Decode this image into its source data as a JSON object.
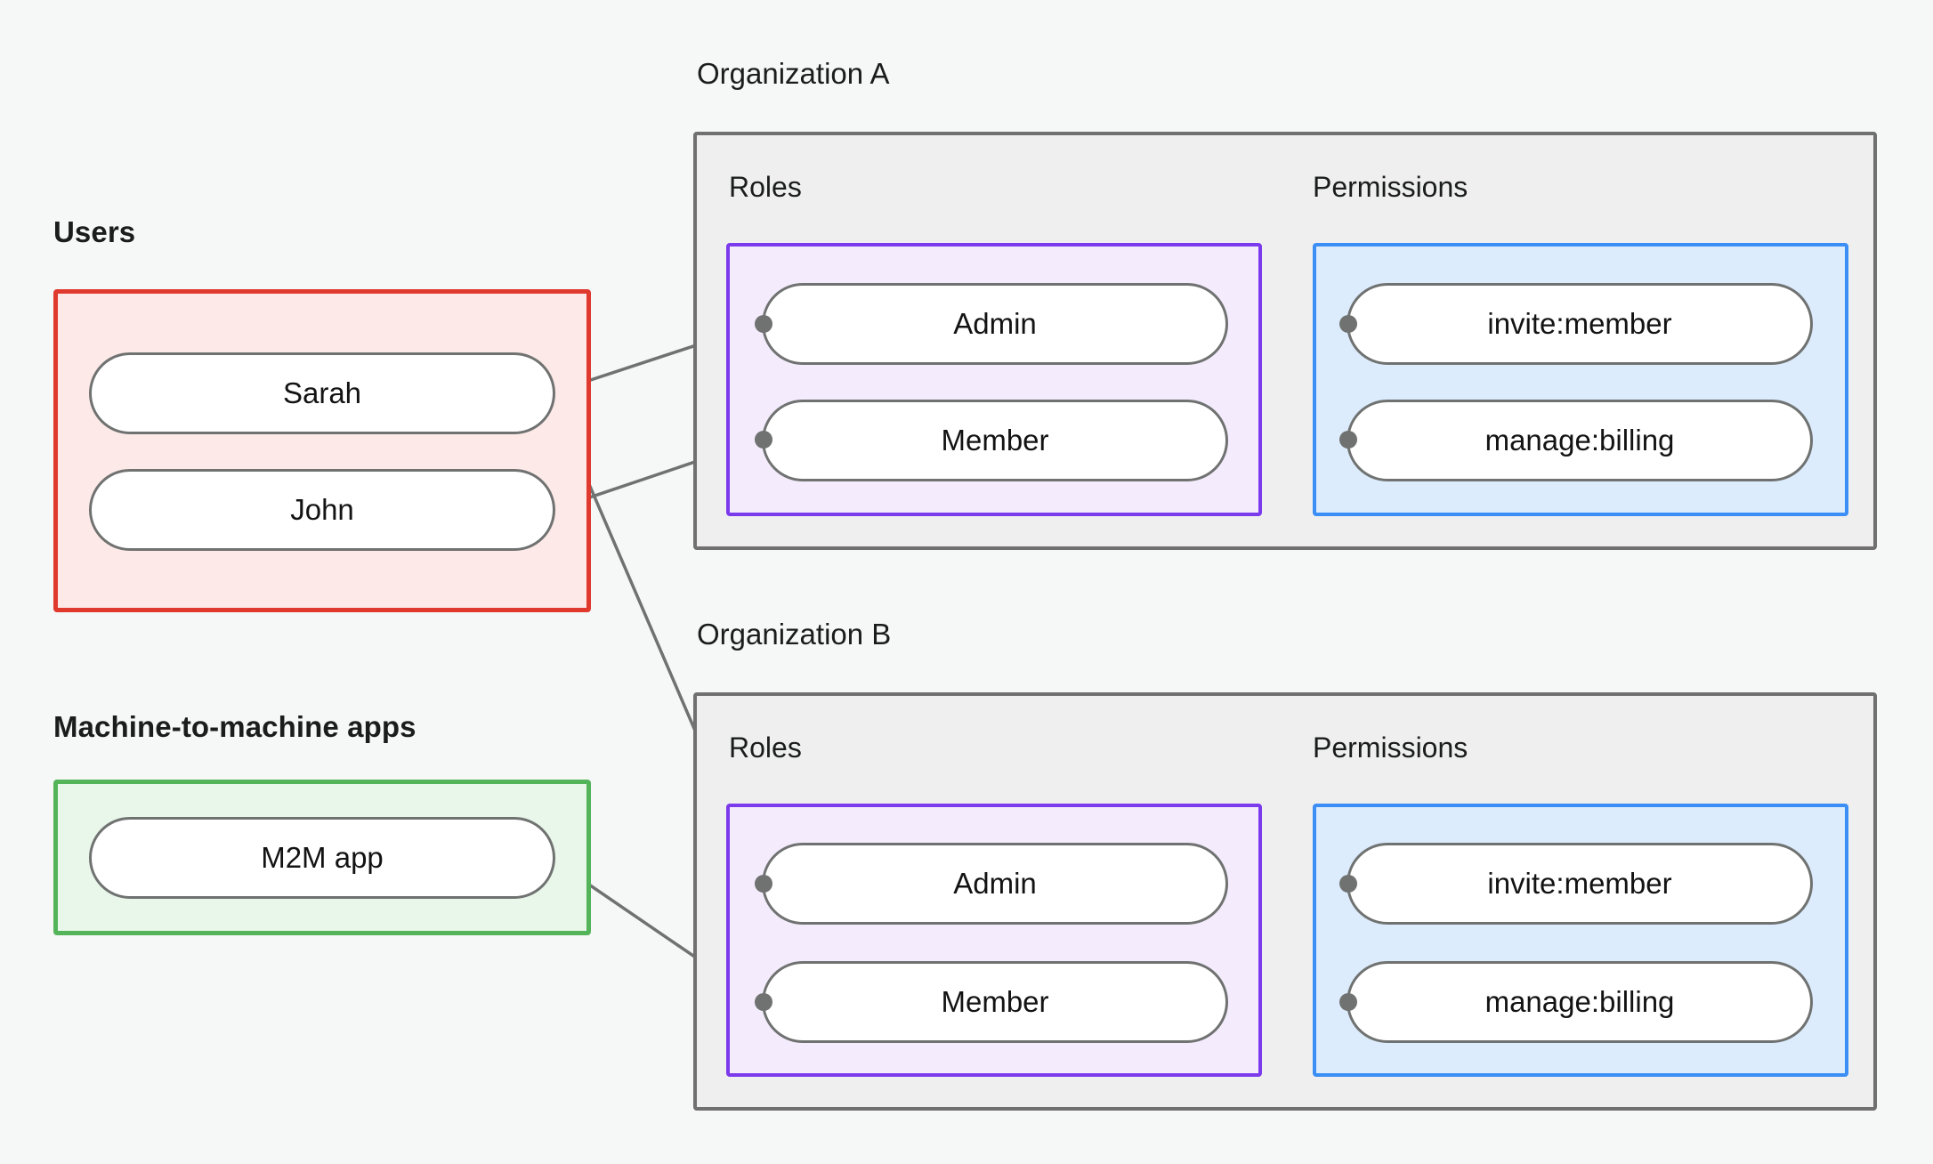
{
  "diagram": {
    "title_colors": {
      "users_border": "#e03a2f",
      "users_fill": "#fdeae8",
      "m2m_border": "#54b45a",
      "m2m_fill": "#e9f6ea",
      "org_border": "#707070",
      "org_fill": "#eeefee",
      "roles_border": "#7c3aed",
      "roles_fill": "#f4ecfd",
      "perms_border": "#3b8ef5",
      "perms_fill": "#dcecfd",
      "node_border": "#6f7270",
      "node_fill": "#ffffff",
      "edge": "#6f7270",
      "background": "#f6f8f7"
    },
    "groups": {
      "users": {
        "label": "Users",
        "nodes": [
          {
            "label": "Sarah"
          },
          {
            "label": "John"
          }
        ]
      },
      "m2m": {
        "label": "Machine-to-machine apps",
        "nodes": [
          {
            "label": "M2M app"
          }
        ]
      }
    },
    "organizations": [
      {
        "label": "Organization A",
        "roles_label": "Roles",
        "permissions_label": "Permissions",
        "roles": [
          {
            "label": "Admin"
          },
          {
            "label": "Member"
          }
        ],
        "permissions": [
          {
            "label": "invite:member"
          },
          {
            "label": "manage:billing"
          }
        ]
      },
      {
        "label": "Organization B",
        "roles_label": "Roles",
        "permissions_label": "Permissions",
        "roles": [
          {
            "label": "Admin"
          },
          {
            "label": "Member"
          }
        ],
        "permissions": [
          {
            "label": "invite:member"
          },
          {
            "label": "manage:billing"
          }
        ]
      }
    ],
    "edges": [
      {
        "from": "Sarah",
        "to": "Organization A / Admin"
      },
      {
        "from": "Sarah",
        "to": "Organization B / Admin"
      },
      {
        "from": "John",
        "to": "Organization A / Member"
      },
      {
        "from": "M2M app",
        "to": "Organization B / Member"
      },
      {
        "from": "Organization A / Admin",
        "to": "Organization A / invite:member"
      },
      {
        "from": "Organization A / Admin",
        "to": "Organization A / manage:billing"
      },
      {
        "from": "Organization A / Member",
        "to": "Organization A / manage:billing"
      },
      {
        "from": "Organization B / Admin",
        "to": "Organization B / invite:member"
      },
      {
        "from": "Organization B / Admin",
        "to": "Organization B / manage:billing"
      },
      {
        "from": "Organization B / Member",
        "to": "Organization B / manage:billing"
      }
    ]
  }
}
